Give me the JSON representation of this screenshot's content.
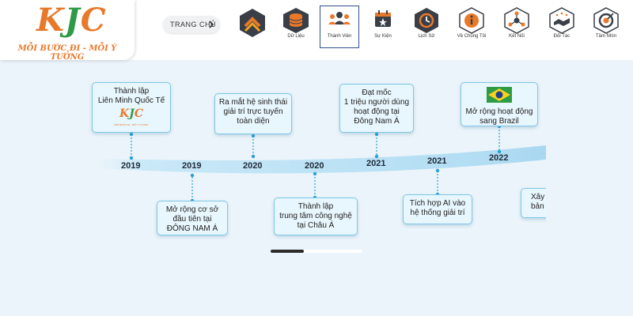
{
  "brand": {
    "logo_letters": [
      "K",
      "J",
      "C"
    ],
    "slogan": "MỖI BƯỚC ĐI - MỖI Ý TƯỞNG",
    "colors": {
      "orange": "#e8792b",
      "green": "#2f9a46"
    }
  },
  "nav": {
    "home_label": "TRANG CHỦ",
    "items": [
      {
        "label": "",
        "icon": "chevron-up-icon"
      },
      {
        "label": "Dữ Liệu",
        "icon": "database-icon"
      },
      {
        "label": "Thành Viên",
        "icon": "users-icon",
        "active": true
      },
      {
        "label": "Sự Kiện",
        "icon": "calendar-icon"
      },
      {
        "label": "Lịch Sử",
        "icon": "clock-icon"
      },
      {
        "label": "Về Chúng Tôi",
        "icon": "info-icon"
      },
      {
        "label": "Kết Nối",
        "icon": "network-icon"
      },
      {
        "label": "Đối Tác",
        "icon": "handshake-icon"
      },
      {
        "label": "Tầm Nhìn",
        "icon": "target-icon"
      }
    ]
  },
  "timeline": {
    "years": [
      "2019",
      "2019",
      "2020",
      "2020",
      "2021",
      "2021",
      "2022"
    ],
    "events": [
      {
        "text": [
          "Thành lập",
          "Liên Minh Quốc Tế"
        ],
        "year": "2019",
        "has_logo": true,
        "logo_text": "KJC"
      },
      {
        "text": [
          "Mở rộng cơ sở",
          "đầu tiên tại",
          "ĐÔNG NAM Á"
        ],
        "year": "2019"
      },
      {
        "text": [
          "Ra mắt hệ sinh thái",
          "giải trí trực tuyến",
          "toàn diện"
        ],
        "year": "2020"
      },
      {
        "text": [
          "Thành lập",
          "trung tâm công nghệ",
          "tại Châu Á"
        ],
        "year": "2020"
      },
      {
        "text": [
          "Đạt mốc",
          "1 triệu người dùng",
          "hoạt động tại",
          "Đông Nam Á"
        ],
        "year": "2021"
      },
      {
        "text": [
          "Tích hợp AI vào",
          "hệ thống giải trí"
        ],
        "year": "2021"
      },
      {
        "text": [
          "Mở rộng hoạt động",
          "sang Brazil"
        ],
        "year": "2022",
        "has_flag": true
      },
      {
        "text": [
          "Xây",
          "bản đ"
        ],
        "year": ""
      }
    ]
  },
  "colors": {
    "bg": "#ebf4fa",
    "card_bg": "#e8f6fd",
    "card_border": "#7fc7e6",
    "dot": "#2aa0d6",
    "band": "#bfe3f6",
    "icon_dark": "#3a3f47",
    "icon_accent": "#e8792b"
  },
  "scroll": {
    "progress": 0.36
  }
}
